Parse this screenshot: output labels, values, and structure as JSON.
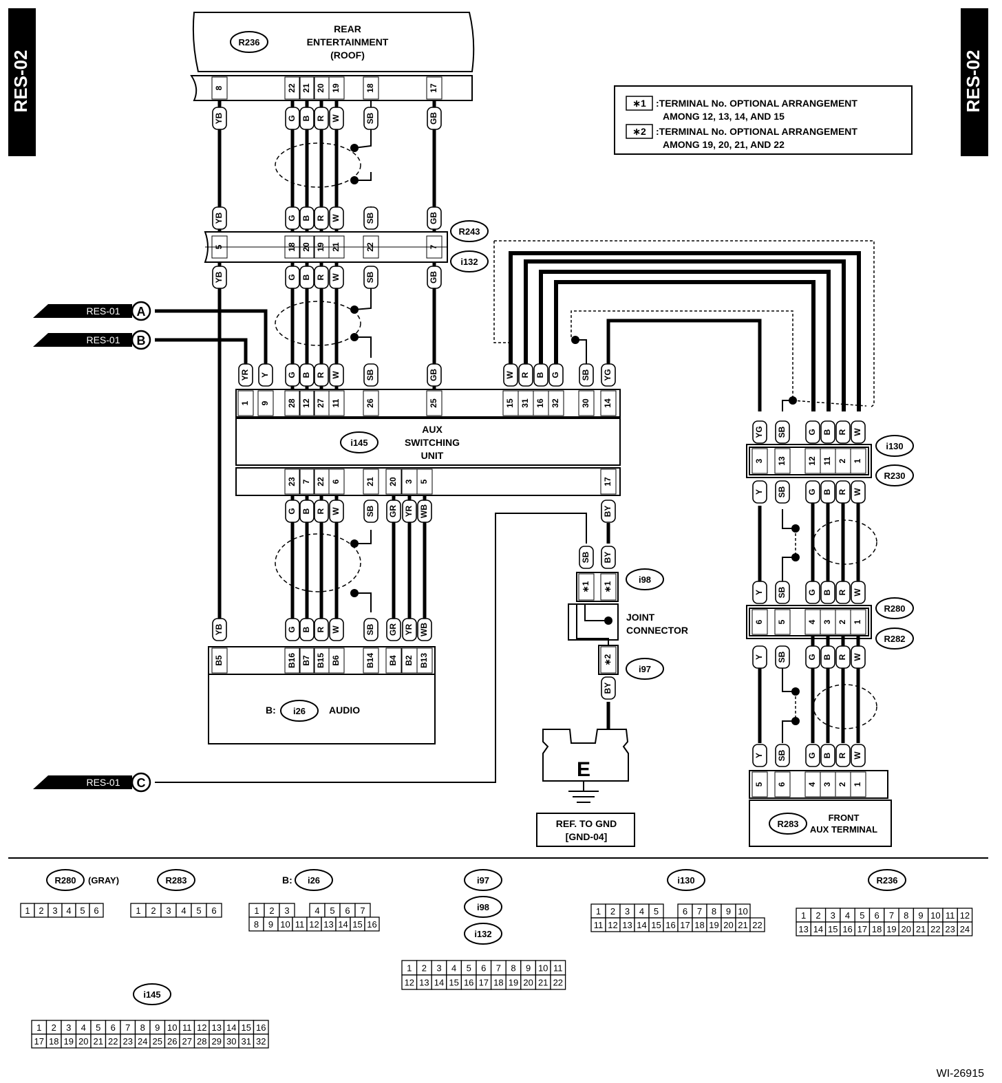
{
  "page": {
    "code_left": "RES-02",
    "code_right": "RES-02",
    "figure_id": "WI-26915"
  },
  "notes": [
    {
      "mark": "∗1",
      "line1": ":TERMINAL No. OPTIONAL ARRANGEMENT",
      "line2": "AMONG 12, 13, 14, AND 15"
    },
    {
      "mark": "∗2",
      "line1": ":TERMINAL No. OPTIONAL ARRANGEMENT",
      "line2": "AMONG 19, 20, 21, AND 22"
    }
  ],
  "components": {
    "rear_ent": {
      "id": "R236",
      "line1": "REAR",
      "line2": "ENTERTAINMENT",
      "line3": "(ROOF)"
    },
    "aux_switch": {
      "id": "i145",
      "line1": "AUX",
      "line2": "SWITCHING",
      "line3": "UNIT"
    },
    "audio": {
      "prefix": "B:",
      "id": "i26",
      "name": "AUDIO"
    },
    "front_aux": {
      "id": "R283",
      "line1": "FRONT",
      "line2": "AUX TERMINAL"
    },
    "joint": {
      "line1": "JOINT",
      "line2": "CONNECTOR"
    },
    "ground": {
      "symbol": "E",
      "ref1": "REF. TO GND",
      "ref2": "[GND-04]"
    }
  },
  "connector_tags": {
    "r243": "R243",
    "i132": "i132",
    "i130": "i130",
    "r230": "R230",
    "r280": "R280",
    "r282": "R282",
    "i98": "i98",
    "i97": "i97"
  },
  "offpage": [
    {
      "text": "RES-01",
      "letter": "A"
    },
    {
      "text": "RES-01",
      "letter": "B"
    },
    {
      "text": "RES-01",
      "letter": "C"
    }
  ],
  "pins": {
    "r236": [
      "8",
      "22",
      "21",
      "20",
      "19",
      "18",
      "17"
    ],
    "r243": [
      "5",
      "18",
      "20",
      "19",
      "21",
      "22",
      "7"
    ],
    "i145_top": [
      "1",
      "9",
      "28",
      "12",
      "27",
      "11",
      "26",
      "25",
      "15",
      "31",
      "16",
      "32",
      "30",
      "14"
    ],
    "i145_bottom": [
      "23",
      "7",
      "22",
      "6",
      "21",
      "20",
      "3",
      "5",
      "17"
    ],
    "i26": [
      "B5",
      "B16",
      "B7",
      "B15",
      "B6",
      "B14",
      "B4",
      "B2",
      "B13"
    ],
    "i130": [
      "3",
      "13",
      "12",
      "11",
      "2",
      "1"
    ],
    "r280": [
      "6",
      "5",
      "4",
      "3",
      "2",
      "1"
    ],
    "r283": [
      "5",
      "6",
      "4",
      "3",
      "2",
      "1"
    ],
    "i98": [
      "∗1",
      "∗1"
    ],
    "i97": [
      "∗2"
    ]
  },
  "wires": {
    "r236_top": [
      "YB",
      "G",
      "B",
      "R",
      "W",
      "SB",
      "GB"
    ],
    "r243_top": [
      "YB",
      "G",
      "B",
      "R",
      "W",
      "SB",
      "GB"
    ],
    "r243_bottom": [
      "YB",
      "G",
      "B",
      "R",
      "W",
      "SB",
      "GB"
    ],
    "i145_top": [
      "YR",
      "Y",
      "G",
      "B",
      "R",
      "W",
      "SB",
      "GB",
      "W",
      "R",
      "B",
      "G",
      "SB",
      "YG"
    ],
    "i145_bottom": [
      "G",
      "B",
      "R",
      "W",
      "SB",
      "GR",
      "YR",
      "WB",
      "BY"
    ],
    "i26_top": [
      "YB",
      "G",
      "B",
      "R",
      "W",
      "SB",
      "GR",
      "YR",
      "WB"
    ],
    "i130_top": [
      "YG",
      "SB",
      "G",
      "B",
      "R",
      "W"
    ],
    "i130_bottom": [
      "Y",
      "SB",
      "G",
      "B",
      "R",
      "W"
    ],
    "r280_top": [
      "Y",
      "SB",
      "G",
      "B",
      "R",
      "W"
    ],
    "r280_bottom": [
      "Y",
      "SB",
      "G",
      "B",
      "R",
      "W"
    ],
    "r283_top": [
      "Y",
      "SB",
      "G",
      "B",
      "R",
      "W"
    ],
    "i98_top": [
      "SB",
      "BY"
    ],
    "i97_bottom": [
      "BY"
    ]
  },
  "connector_views": {
    "r280": {
      "id": "R280",
      "note": "(GRAY)",
      "rows": [
        [
          "1",
          "2",
          "3",
          "4",
          "5",
          "6"
        ]
      ]
    },
    "r283": {
      "id": "R283",
      "rows": [
        [
          "1",
          "2",
          "3",
          "4",
          "5",
          "6"
        ]
      ]
    },
    "i26": {
      "prefix": "B:",
      "id": "i26",
      "rows": [
        [
          "1",
          "2",
          "3",
          "",
          "4",
          "5",
          "6",
          "7"
        ],
        [
          "8",
          "9",
          "10",
          "11",
          "12",
          "13",
          "14",
          "15",
          "16"
        ]
      ]
    },
    "i97_98_132": {
      "ids": [
        "i97",
        "i98",
        "i132"
      ],
      "rows": [
        [
          "1",
          "2",
          "3",
          "4",
          "5",
          "6",
          "7",
          "8",
          "9",
          "10",
          "11"
        ],
        [
          "12",
          "13",
          "14",
          "15",
          "16",
          "17",
          "18",
          "19",
          "20",
          "21",
          "22"
        ]
      ]
    },
    "i130": {
      "id": "i130",
      "rows": [
        [
          "1",
          "2",
          "3",
          "4",
          "5",
          "",
          "6",
          "7",
          "8",
          "9",
          "10"
        ],
        [
          "11",
          "12",
          "13",
          "14",
          "15",
          "16",
          "17",
          "18",
          "19",
          "20",
          "21",
          "22"
        ]
      ]
    },
    "r236": {
      "id": "R236",
      "rows": [
        [
          "1",
          "2",
          "3",
          "4",
          "5",
          "6",
          "7",
          "8",
          "9",
          "10",
          "11",
          "12"
        ],
        [
          "13",
          "14",
          "15",
          "16",
          "17",
          "18",
          "19",
          "20",
          "21",
          "22",
          "23",
          "24"
        ]
      ]
    },
    "i145": {
      "id": "i145",
      "rows": [
        [
          "1",
          "2",
          "3",
          "4",
          "5",
          "6",
          "7",
          "8",
          "9",
          "10",
          "11",
          "12",
          "13",
          "14",
          "15",
          "16"
        ],
        [
          "17",
          "18",
          "19",
          "20",
          "21",
          "22",
          "23",
          "24",
          "25",
          "26",
          "27",
          "28",
          "29",
          "30",
          "31",
          "32"
        ]
      ]
    }
  }
}
